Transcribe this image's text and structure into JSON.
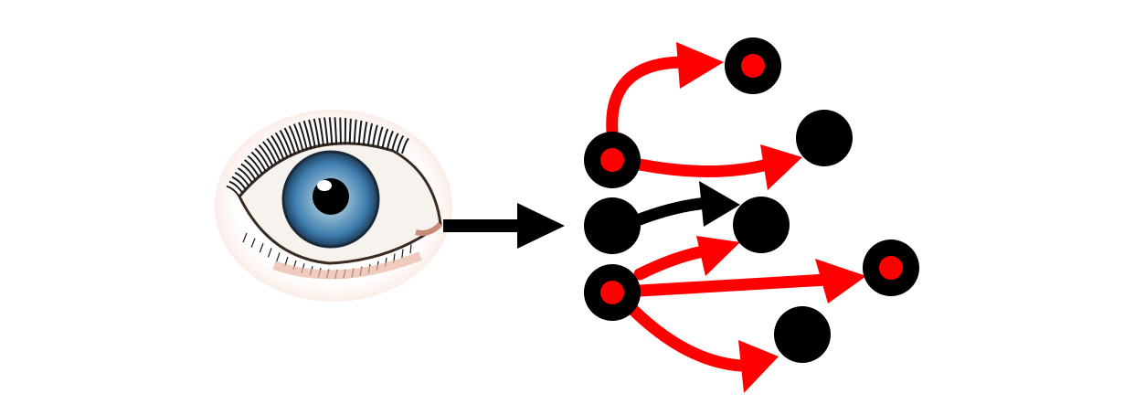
{
  "colors": {
    "background": "#ffffff",
    "node": "#000000",
    "highlight": "#ff0000",
    "iris": "#3f7fb0",
    "skin": "#f0c8b4"
  },
  "graph": {
    "nodes": [
      {
        "id": "top-right",
        "highlighted": true
      },
      {
        "id": "upper-right",
        "highlighted": false
      },
      {
        "id": "source-upper",
        "highlighted": true
      },
      {
        "id": "source-middle",
        "highlighted": false
      },
      {
        "id": "middle-target",
        "highlighted": false
      },
      {
        "id": "far-right",
        "highlighted": true
      },
      {
        "id": "source-lower",
        "highlighted": true
      },
      {
        "id": "lower-right",
        "highlighted": false
      }
    ],
    "edges": [
      {
        "from": "source-upper",
        "to": "top-right",
        "highlighted": true
      },
      {
        "from": "source-upper",
        "to": "upper-right",
        "highlighted": true
      },
      {
        "from": "source-middle",
        "to": "middle-target",
        "highlighted": false
      },
      {
        "from": "source-lower",
        "to": "middle-target",
        "highlighted": true
      },
      {
        "from": "source-lower",
        "to": "far-right",
        "highlighted": true
      },
      {
        "from": "source-lower",
        "to": "lower-right",
        "highlighted": true
      }
    ]
  }
}
